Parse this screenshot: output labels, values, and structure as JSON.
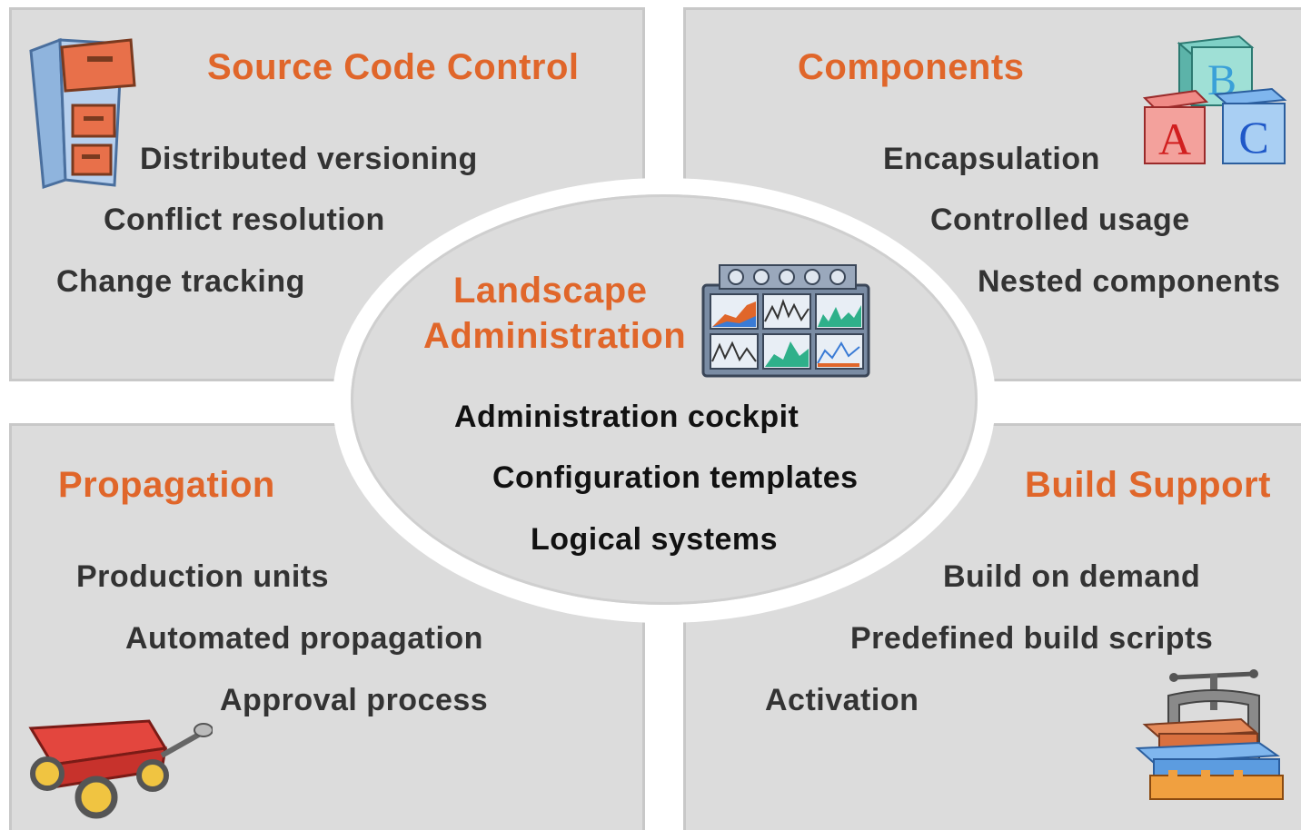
{
  "quadrants": {
    "source_code_control": {
      "title": "Source Code Control",
      "items": [
        "Distributed versioning",
        "Conflict resolution",
        "Change tracking"
      ],
      "icon": "filing-cabinet-icon"
    },
    "components": {
      "title": "Components",
      "items": [
        "Encapsulation",
        "Controlled usage",
        "Nested components"
      ],
      "icon": "abc-blocks-icon"
    },
    "propagation": {
      "title": "Propagation",
      "items": [
        "Production units",
        "Automated propagation",
        "Approval process"
      ],
      "icon": "wagon-icon"
    },
    "build_support": {
      "title": "Build Support",
      "items": [
        "Build on demand",
        "Predefined build scripts",
        "Activation"
      ],
      "icon": "clamp-press-icon"
    }
  },
  "center": {
    "title_line1": "Landscape",
    "title_line2": "Administration",
    "items": [
      "Administration cockpit",
      "Configuration templates",
      "Logical systems"
    ],
    "icon": "monitoring-dashboard-icon"
  },
  "colors": {
    "title": "#e0662a",
    "panel": "#dcdcdc",
    "text": "#333333"
  }
}
